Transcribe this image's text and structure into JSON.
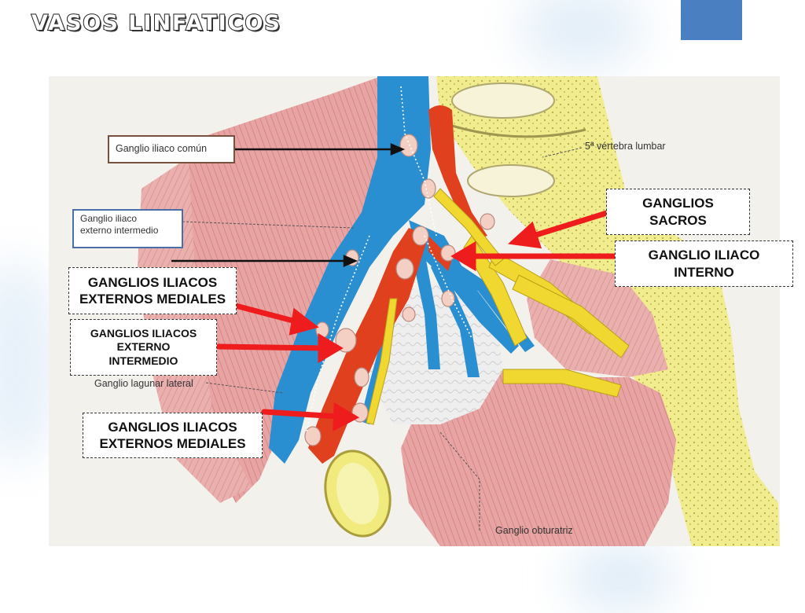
{
  "title": "VASOS LINFATICOS",
  "colors": {
    "accent_box": "#4a7fc1",
    "muscle": "#e8a0a0",
    "vein": "#2a8fd0",
    "artery": "#e0401e",
    "nerve": "#f0d830",
    "bone": "#f1ec8e",
    "node": "#f3cfc4",
    "arrow_red": "#ee1c1c",
    "arrow_black": "#111111"
  },
  "callouts": {
    "ganglios_sacros": [
      "GANGLIOS",
      "SACROS"
    ],
    "ganglio_iliaco_interno": [
      "GANGLIO ILIACO",
      "INTERNO"
    ],
    "externos_mediales_top": [
      "GANGLIOS ILIACOS",
      "EXTERNOS MEDIALES"
    ],
    "externo_intermedio": [
      "GANGLIOS ILIACOS",
      "EXTERNO",
      "INTERMEDIO"
    ],
    "externos_mediales_bottom": [
      "GANGLIOS ILIACOS",
      "EXTERNOS MEDIALES"
    ]
  },
  "original_labels": {
    "comun": "Ganglio iliaco común",
    "intermedio": [
      "Ganglio iliaco",
      "externo intermedio"
    ],
    "vertebra": "5ª vértebra lumbar",
    "lagunar": "Ganglio lagunar lateral",
    "obturatriz": "Ganglio obturatriz"
  }
}
